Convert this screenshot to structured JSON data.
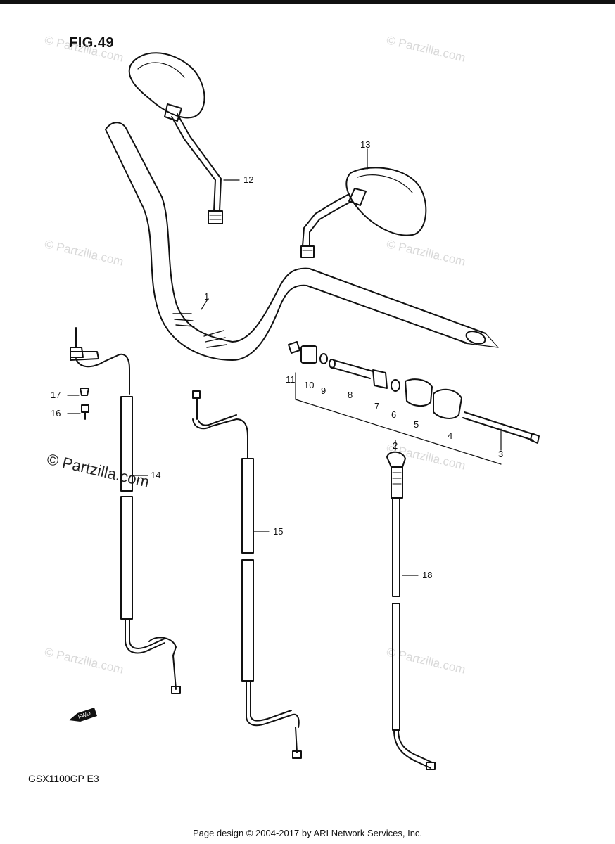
{
  "figure": {
    "title": "FIG.49",
    "model": "GSX1100GP  E3"
  },
  "footer": {
    "text": "Page design © 2004-2017 by ARI Network Services, Inc."
  },
  "watermark": {
    "light": "© Partzilla.com",
    "dark": "© Partzilla.com"
  },
  "fwd_badge": "FWD",
  "callouts": [
    "1",
    "2",
    "3",
    "4",
    "5",
    "6",
    "7",
    "8",
    "9",
    "10",
    "11",
    "12",
    "13",
    "14",
    "15",
    "16",
    "17",
    "18"
  ]
}
